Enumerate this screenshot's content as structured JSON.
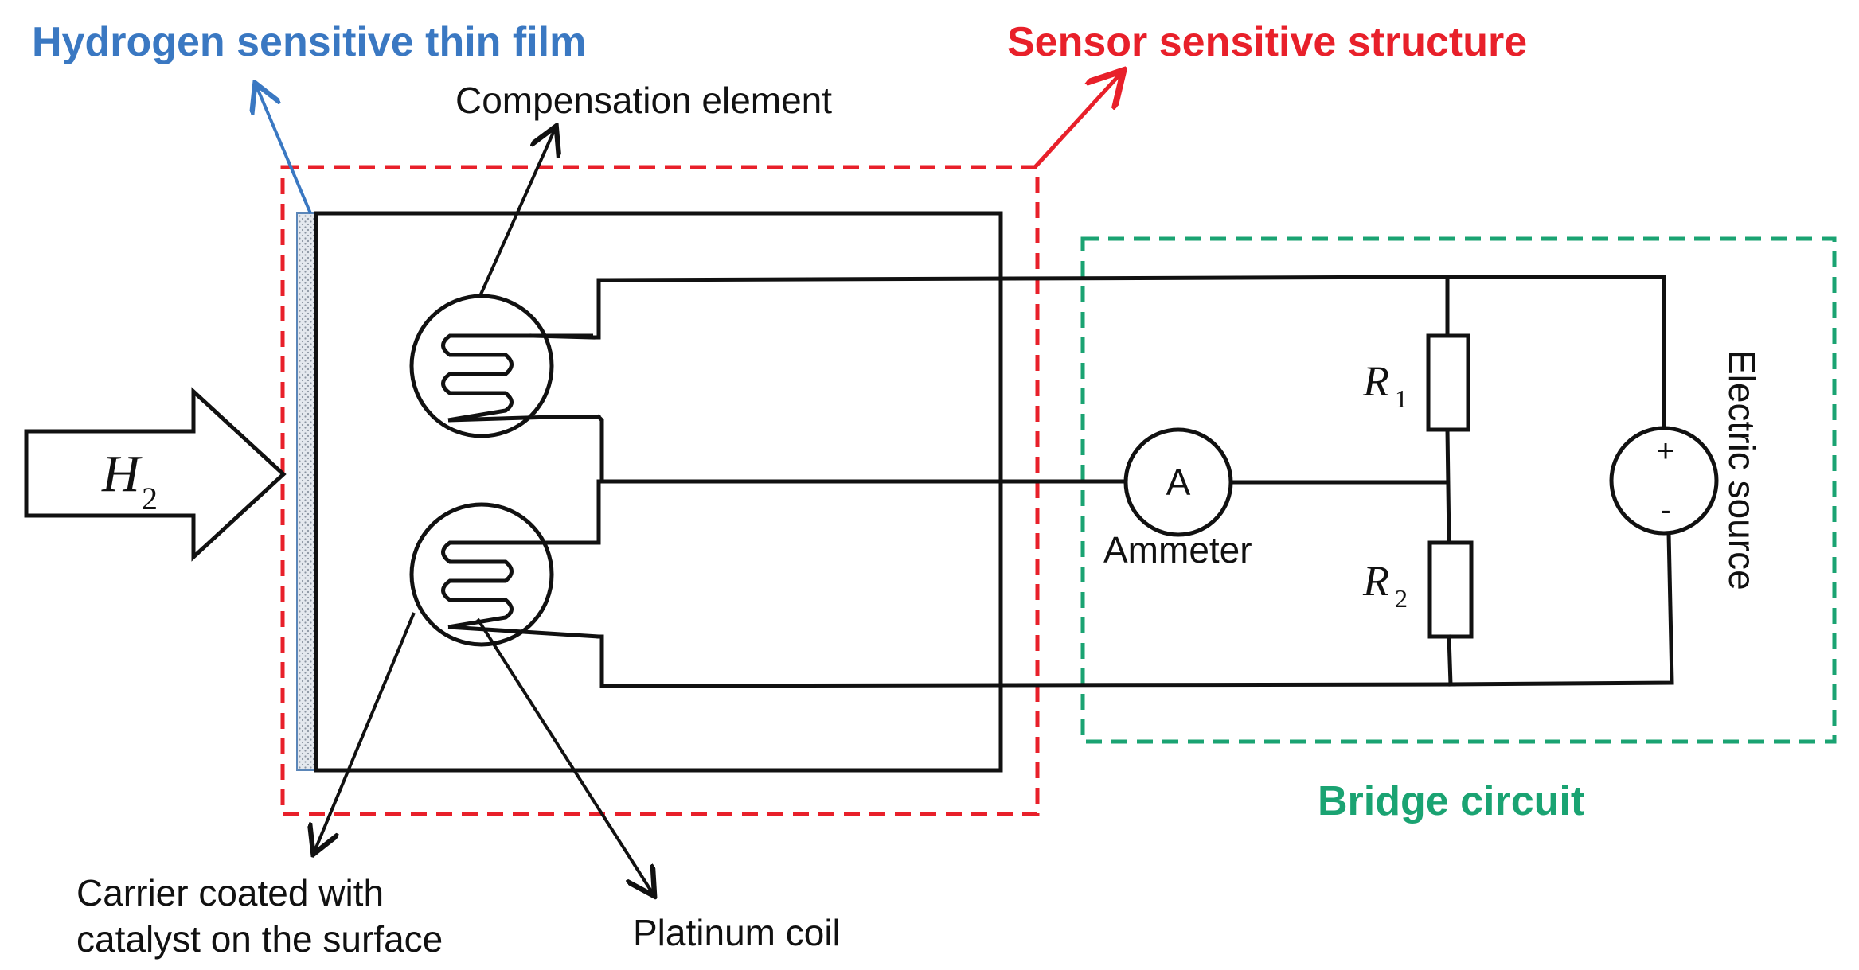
{
  "colors": {
    "film_label": "#3a78c2",
    "sensor_box": "#e8202a",
    "bridge_box": "#1aa372",
    "line": "#111111"
  },
  "labels": {
    "hydrogen_film": "Hydrogen sensitive thin film",
    "sensor_structure": "Sensor sensitive structure",
    "compensation_element": "Compensation element",
    "bridge_circuit": "Bridge circuit",
    "carrier_line1": "Carrier coated with",
    "carrier_line2": "catalyst on the surface",
    "platinum_coil": "Platinum coil",
    "ammeter": "Ammeter",
    "ammeter_symbol": "A",
    "electric_source": "Electric source",
    "source_plus": "+",
    "source_minus": "-",
    "r1_main": "R",
    "r1_sub": "1",
    "r2_main": "R",
    "r2_sub": "2",
    "h2_main": "H",
    "h2_sub": "2"
  }
}
